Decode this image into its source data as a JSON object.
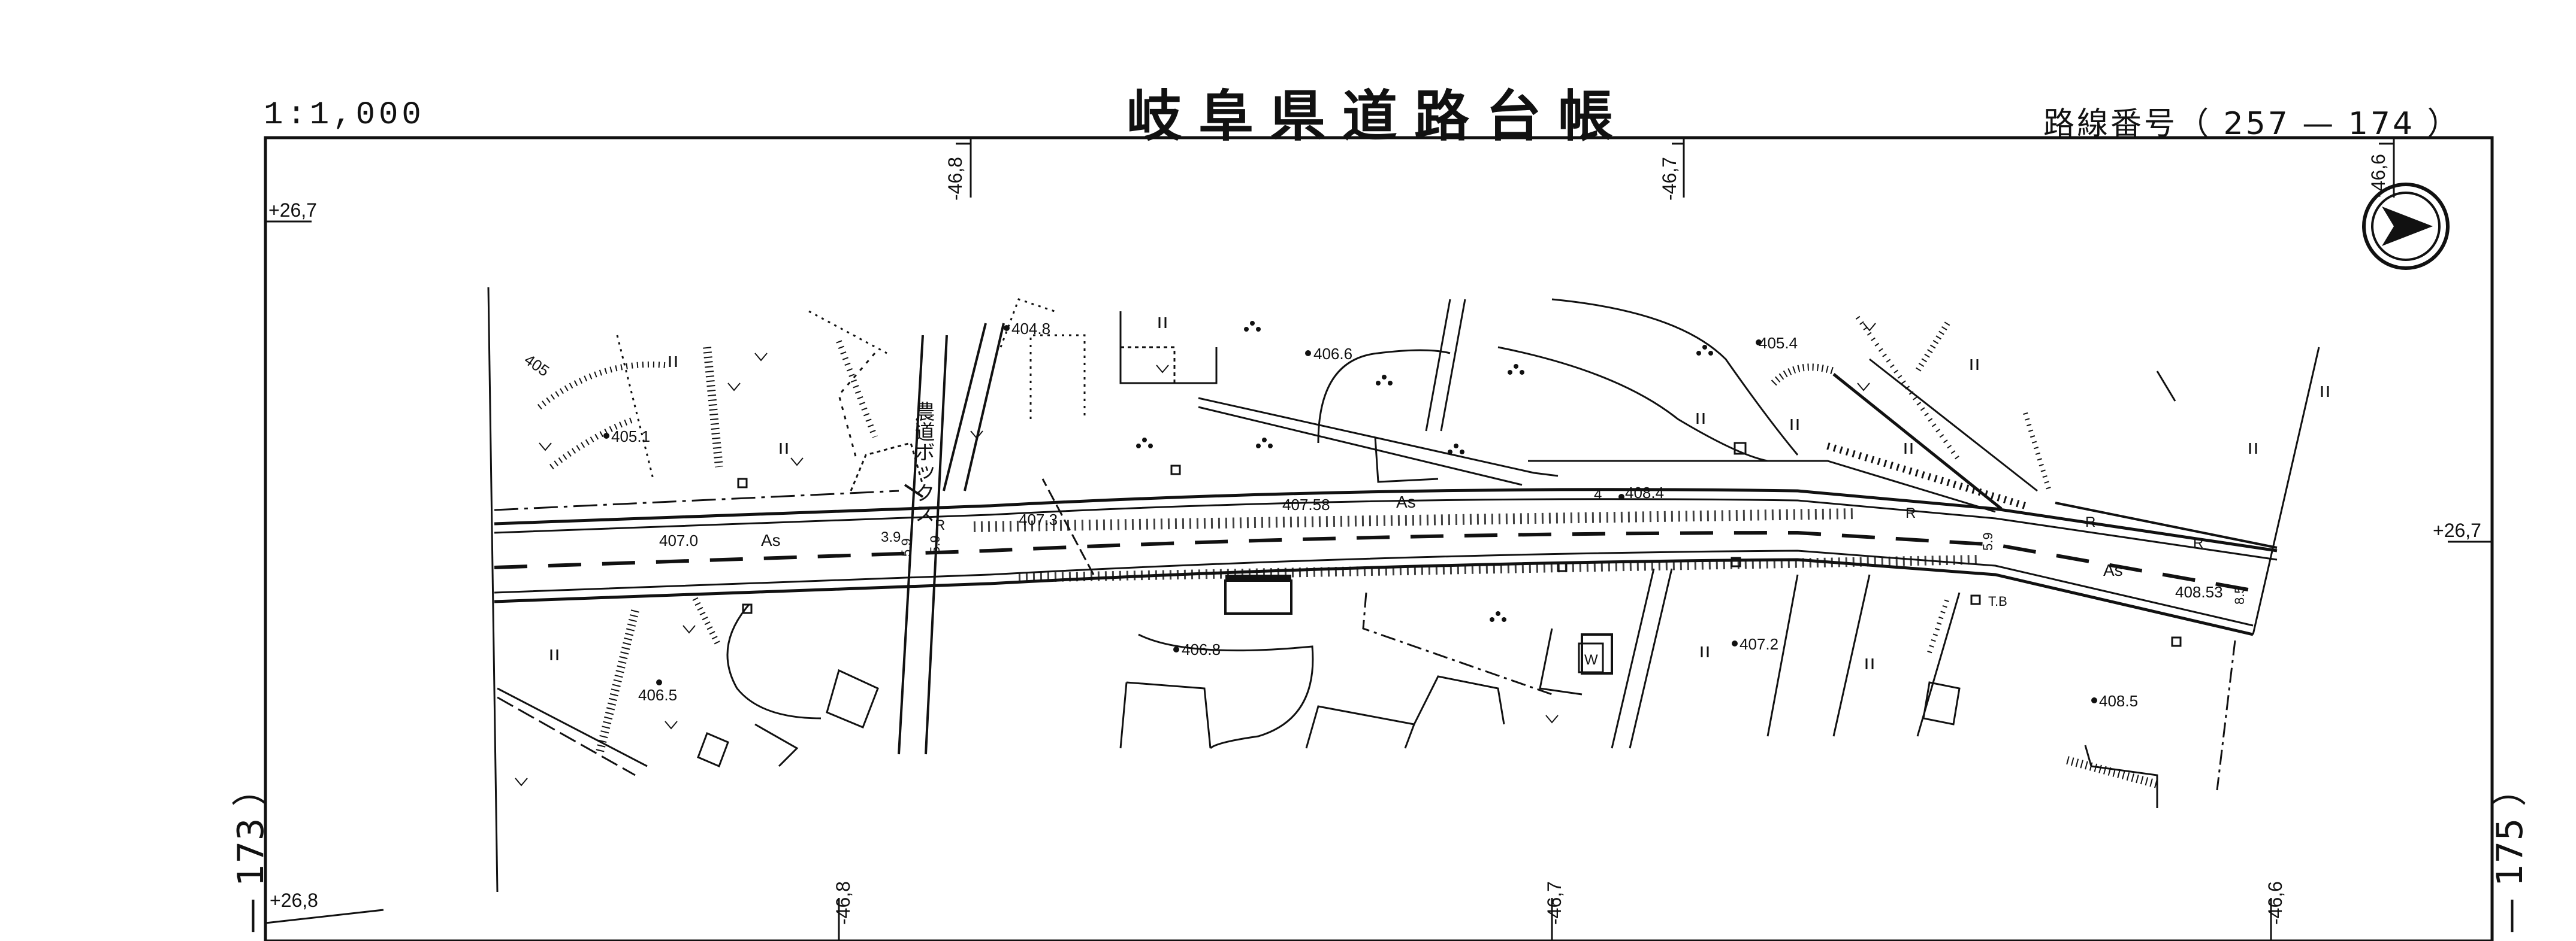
{
  "header": {
    "scale": "1:1,000",
    "title": "岐阜県道路台帳",
    "route_number": "路線番号（ 257 — 174 ）"
  },
  "sheets": {
    "previous": "— 173 ）",
    "next": "— 175 ）"
  },
  "grid_labels": {
    "top_left": "+26,7",
    "right": "+26,7",
    "bottom_left": "+26,8",
    "top_1": "-46,8",
    "top_2": "-46,7",
    "top_3": "-46,6",
    "bottom_1": "-46,8",
    "bottom_2": "-46,7",
    "bottom_3": "-46,6"
  },
  "elevations": {
    "e1": "405.1",
    "e2": "404.8",
    "e3": "406.6",
    "e4": "405.4",
    "e5": "407.0",
    "e6": "407.3",
    "e7": "407.58",
    "e8": "408.4",
    "e9": "406.8",
    "e10": "406.5",
    "e11": "407.2",
    "e12": "408.5",
    "e13": "408.53",
    "contour": "405"
  },
  "road_marks": {
    "surface1": "As",
    "surface2": "As",
    "surface3": "As",
    "r1": "R",
    "r2": "R",
    "r3": "R",
    "r4": "R",
    "w1": "3.9",
    "w2": "5.9",
    "w3": "5.9",
    "w4": "4",
    "w5": "5.9",
    "w6": "8.5",
    "tb": "T.B",
    "well": "W"
  },
  "structure_label": "農道ボックス"
}
